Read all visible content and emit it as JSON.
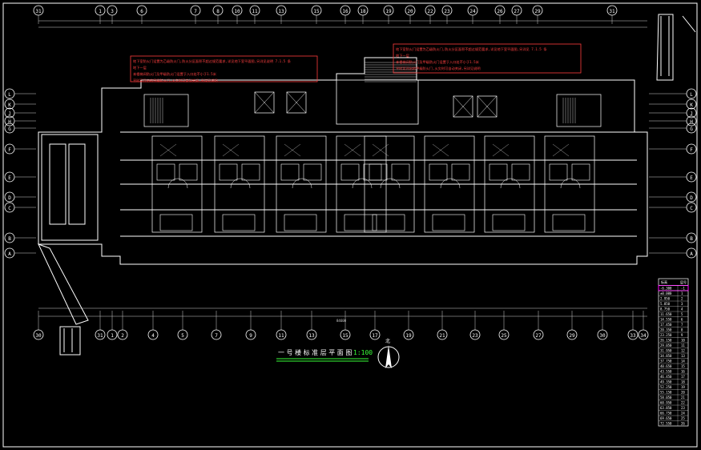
{
  "drawing": {
    "title": "一 号 楼 标 准 层 平 面 图",
    "scale": "1:100",
    "north_label": "北",
    "colors": {
      "background": "#000000",
      "frame": "#ffffff",
      "wall": "#ffffff",
      "dim": "#cfcfcf",
      "note_box": "#ff3b3b",
      "note_text": "#ff4040",
      "title_text": "#ffffff",
      "title_underline": "#38ff38",
      "scale_text": "#38ff38",
      "selection": "#ff00ff"
    }
  },
  "axes_top": [
    "31",
    "1",
    "3",
    "6",
    "7",
    "8",
    "10",
    "11",
    "13",
    "15",
    "16",
    "18",
    "19",
    "20",
    "22",
    "23",
    "24",
    "26",
    "27",
    "29",
    "31"
  ],
  "axes_bottom": [
    "30",
    "31",
    "1",
    "2",
    "4",
    "5",
    "7",
    "9",
    "11",
    "13",
    "15",
    "17",
    "19",
    "21",
    "23",
    "25",
    "27",
    "29",
    "30",
    "33",
    "34"
  ],
  "axes_left": [
    "L",
    "K",
    "J",
    "H",
    "G",
    "F",
    "E",
    "D",
    "C",
    "B",
    "A"
  ],
  "axes_right": [
    "L",
    "K",
    "J",
    "H",
    "G",
    "F",
    "E",
    "D",
    "C",
    "B",
    "A"
  ],
  "overall_dimension": "84600",
  "notes": {
    "left": [
      "地下室防火门设置为乙级防火门,防火分区面积不超过规范要求,详见地下室平面图,另详见说明 7.1.5 条",
      "地下一层",
      "本楼梯间防火门及甲级防火门设置于入口处不小于1.5米",
      "平时可开启的甲级防火门,火灾时可自动关闭,另详见说明"
    ],
    "right": [
      "地下室防火门设置为乙级防火门,防火分区面积不超过规范要求,详见地下室平面图,另详见 7.1.5 条",
      "地下一层",
      "本楼梯间防火门及甲级防火门设置于入口处不小于1.5米",
      "平时可开启的甲级防火门,火灾时可自动关闭,另详见说明"
    ]
  },
  "floor_table": {
    "headers": [
      "标高",
      "层号"
    ],
    "rows": [
      [
        "-6.300",
        "-1"
      ],
      [
        "±0.000",
        "1"
      ],
      [
        "2.950",
        "2"
      ],
      [
        "5.850",
        "3"
      ],
      [
        "8.750",
        "4"
      ],
      [
        "11.650",
        "5"
      ],
      [
        "14.550",
        "6"
      ],
      [
        "17.450",
        "7"
      ],
      [
        "20.350",
        "8"
      ],
      [
        "23.250",
        "9"
      ],
      [
        "26.150",
        "10"
      ],
      [
        "29.050",
        "11"
      ],
      [
        "31.950",
        "12"
      ],
      [
        "34.850",
        "13"
      ],
      [
        "37.750",
        "14"
      ],
      [
        "40.650",
        "15"
      ],
      [
        "43.550",
        "16"
      ],
      [
        "46.450",
        "17"
      ],
      [
        "49.350",
        "18"
      ],
      [
        "52.250",
        "19"
      ],
      [
        "55.150",
        "20"
      ],
      [
        "58.050",
        "21"
      ],
      [
        "60.950",
        "22"
      ],
      [
        "63.850",
        "23"
      ],
      [
        "66.750",
        "24"
      ],
      [
        "69.650",
        "25"
      ],
      [
        "72.550",
        "26"
      ]
    ],
    "selected_row": 0
  }
}
